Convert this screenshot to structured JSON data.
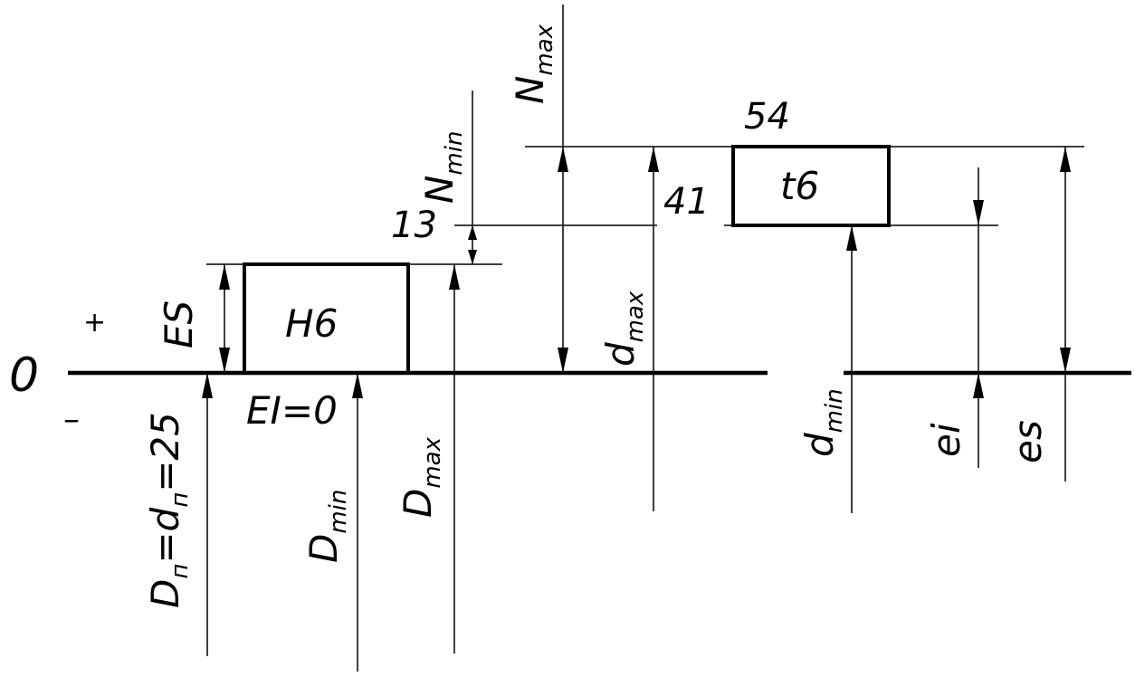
{
  "labels": {
    "zero": "0",
    "plus": "+",
    "minus": "–",
    "ES": "ES",
    "EI": "EI=0",
    "H6": "H6",
    "t6": "t6",
    "val_54": "54",
    "val_41": "41",
    "val_13": "13",
    "es": "es",
    "ei": "ei"
  },
  "subscripted": {
    "N_max": {
      "base": "N",
      "sub": "max"
    },
    "N_min": {
      "base": "N",
      "sub": "min"
    },
    "d_max": {
      "base": "d",
      "sub": "max"
    },
    "d_min": {
      "base": "d",
      "sub": "min"
    },
    "D_min": {
      "base": "D",
      "sub": "min"
    },
    "D_max": {
      "base": "D",
      "sub": "max"
    },
    "nominal": {
      "base1": "D",
      "sub1": "п",
      "mid": "=d",
      "sub2": "п",
      "tail": "=25"
    }
  }
}
